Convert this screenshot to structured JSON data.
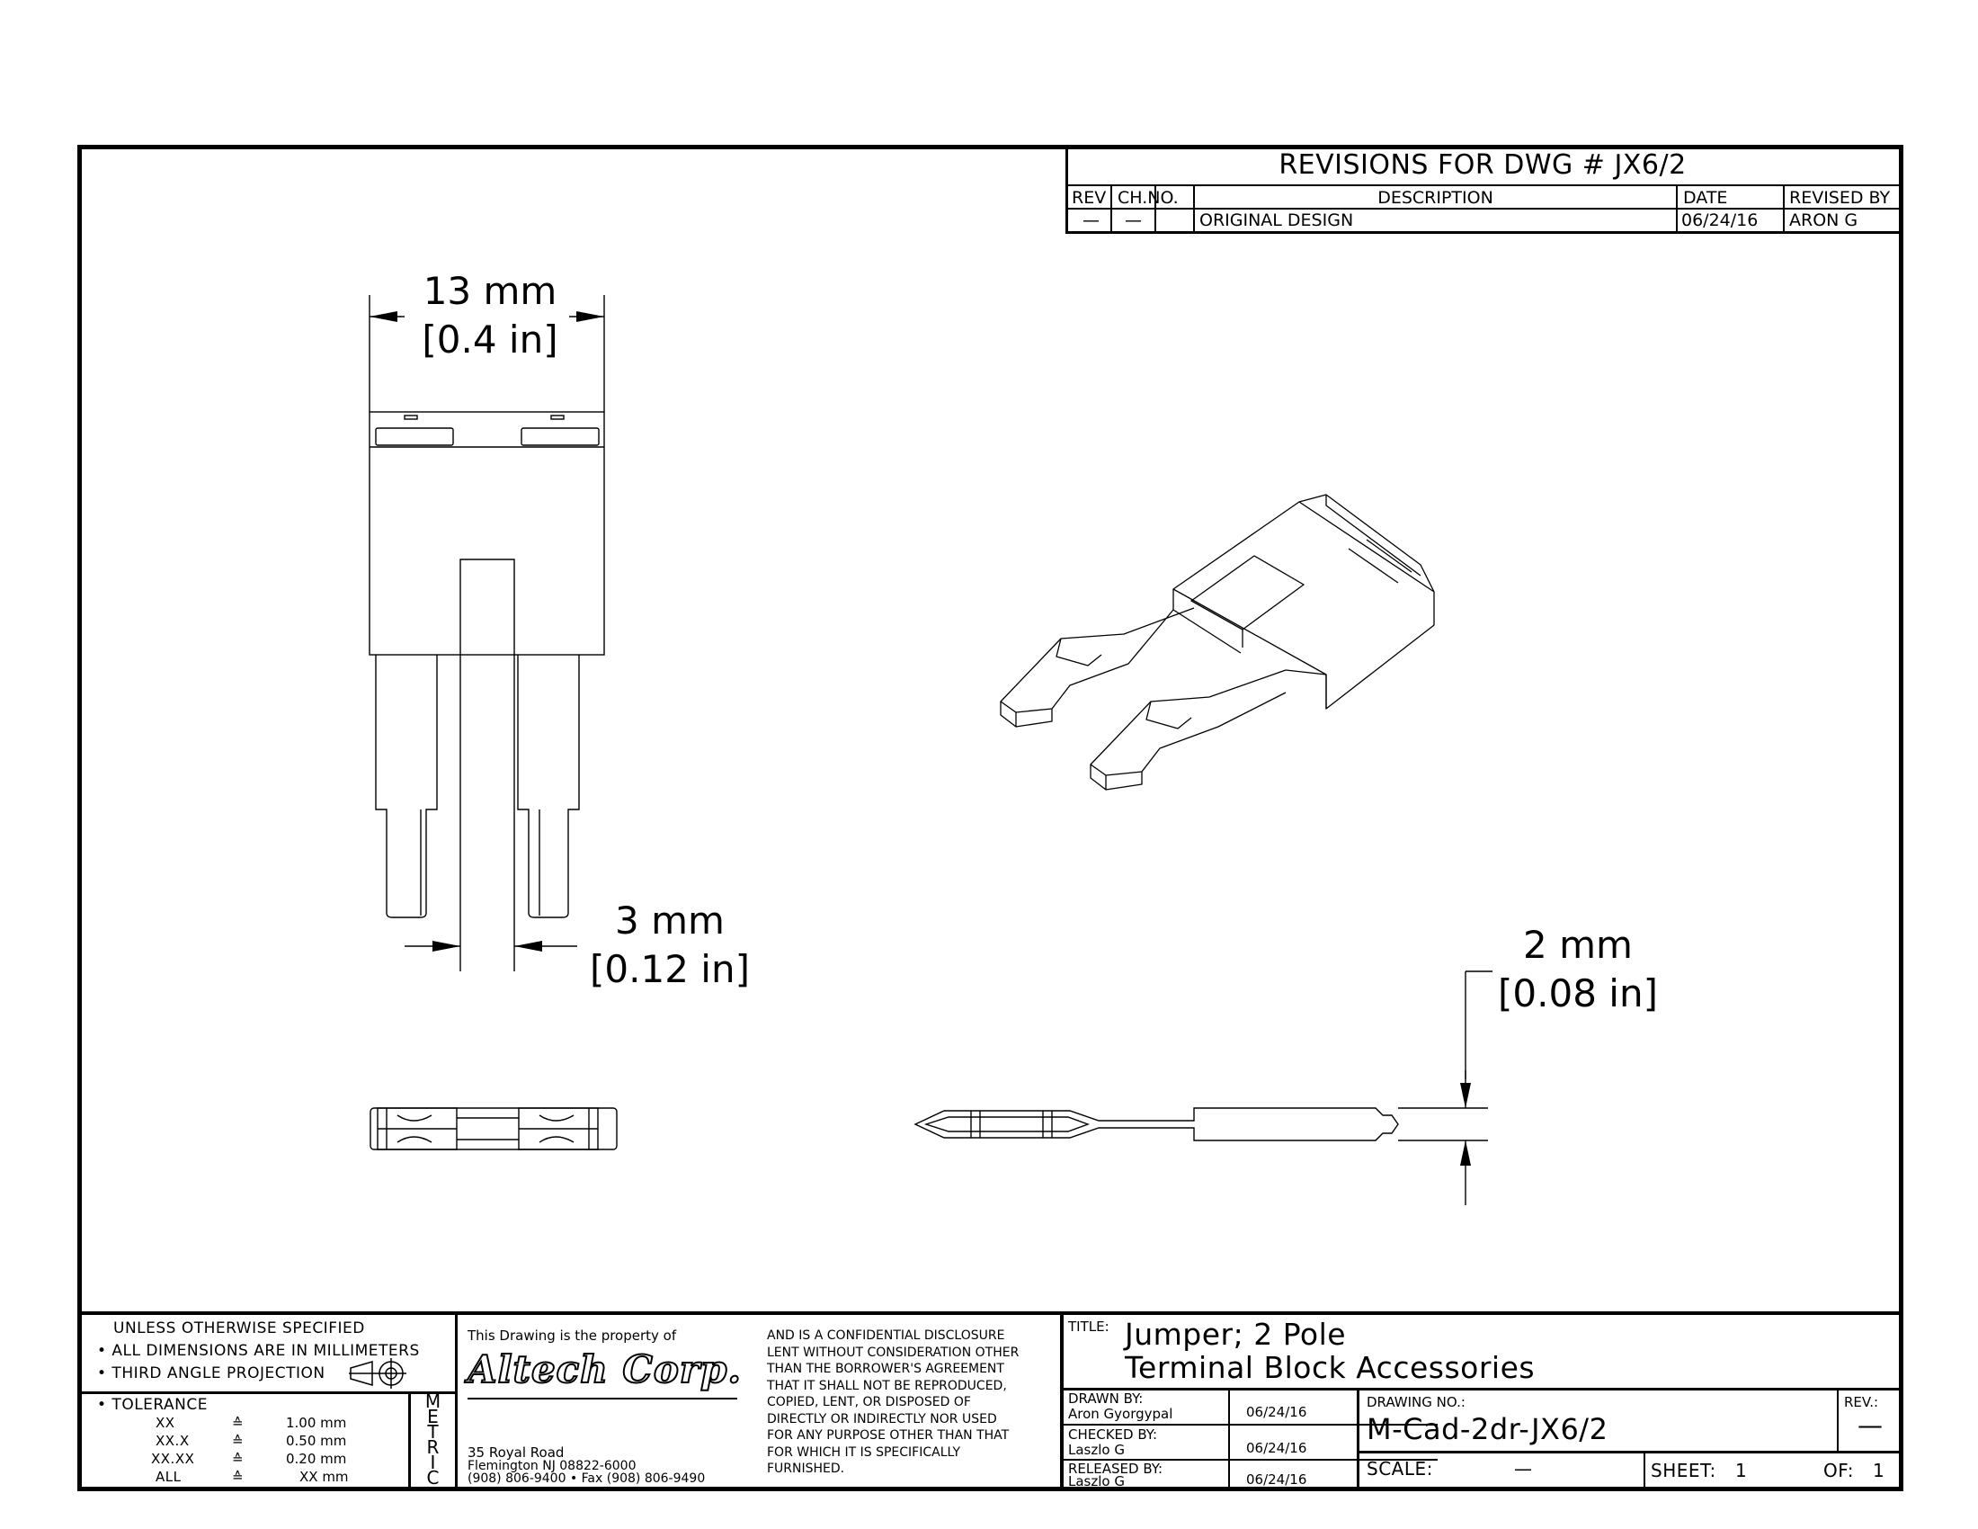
{
  "revisions": {
    "title": "REVISIONS FOR DWG # JX6/2",
    "headers": {
      "rev": "REV",
      "ch_no": "CH.NO.",
      "description": "DESCRIPTION",
      "date": "DATE",
      "revised_by": "REVISED BY"
    },
    "row": {
      "rev": "—",
      "ch_no": "—",
      "description": "ORIGINAL DESIGN",
      "date": "06/24/16",
      "revised_by": "ARON G"
    }
  },
  "dimensions": {
    "width": {
      "mm": "13 mm",
      "inch": "[0.4 in]"
    },
    "pin_gap": {
      "mm": "3 mm",
      "inch": "[0.12 in]"
    },
    "thickness": {
      "mm": "2 mm",
      "inch": "[0.08 in]"
    }
  },
  "spec_block": {
    "heading": "UNLESS OTHERWISE SPECIFIED",
    "line1": "• ALL DIMENSIONS ARE IN MILLIMETERS",
    "line2": "• THIRD ANGLE PROJECTION",
    "tolerance_label": "• TOLERANCE",
    "tolerances": [
      {
        "key": "XX",
        "sym": "≙",
        "val": "1.00 mm"
      },
      {
        "key": "XX.X",
        "sym": "≙",
        "val": "0.50 mm"
      },
      {
        "key": "XX.XX",
        "sym": "≙",
        "val": "0.20 mm"
      },
      {
        "key": "ALL",
        "sym": "≙",
        "val": "XX mm"
      }
    ],
    "metric": [
      "M",
      "E",
      "T",
      "R",
      "I",
      "C"
    ]
  },
  "company": {
    "property_note": "This Drawing is the property of",
    "logo": "Altech Corp.",
    "address1": "35 Royal Road",
    "address2": "Flemington NJ 08822-6000",
    "phone": "(908) 806-9400 • Fax (908) 806-9490",
    "disclosure": [
      "AND IS A CONFIDENTIAL DISCLOSURE",
      "LENT WITHOUT CONSIDERATION OTHER",
      "THAN THE BORROWER'S AGREEMENT",
      "THAT IT SHALL NOT BE REPRODUCED,",
      "COPIED, LENT, OR DISPOSED OF",
      "DIRECTLY OR INDIRECTLY NOR USED",
      "FOR ANY PURPOSE OTHER THAN THAT",
      "FOR WHICH IT IS SPECIFICALLY",
      "FURNISHED."
    ]
  },
  "title_block": {
    "title_label": "TITLE:",
    "title_line1": "Jumper; 2 Pole",
    "title_line2": "Terminal Block Accessories",
    "drawn_by_label": "DRAWN BY:",
    "drawn_by": "Aron Gyorgypal",
    "drawn_date": "06/24/16",
    "checked_by_label": "CHECKED BY:",
    "checked_by": "Laszlo G",
    "checked_date": "06/24/16",
    "released_by_label": "RELEASED BY:",
    "released_by": "Laszlo G",
    "released_date": "06/24/16",
    "drawing_no_label": "DRAWING NO.:",
    "drawing_no": "M-Cad-2dr-JX6/2",
    "rev_label": "REV.:",
    "rev": "—",
    "scale_label": "SCALE:",
    "scale": "—",
    "sheet_label": "SHEET:",
    "sheet": "1",
    "of_label": "OF:",
    "of": "1"
  }
}
